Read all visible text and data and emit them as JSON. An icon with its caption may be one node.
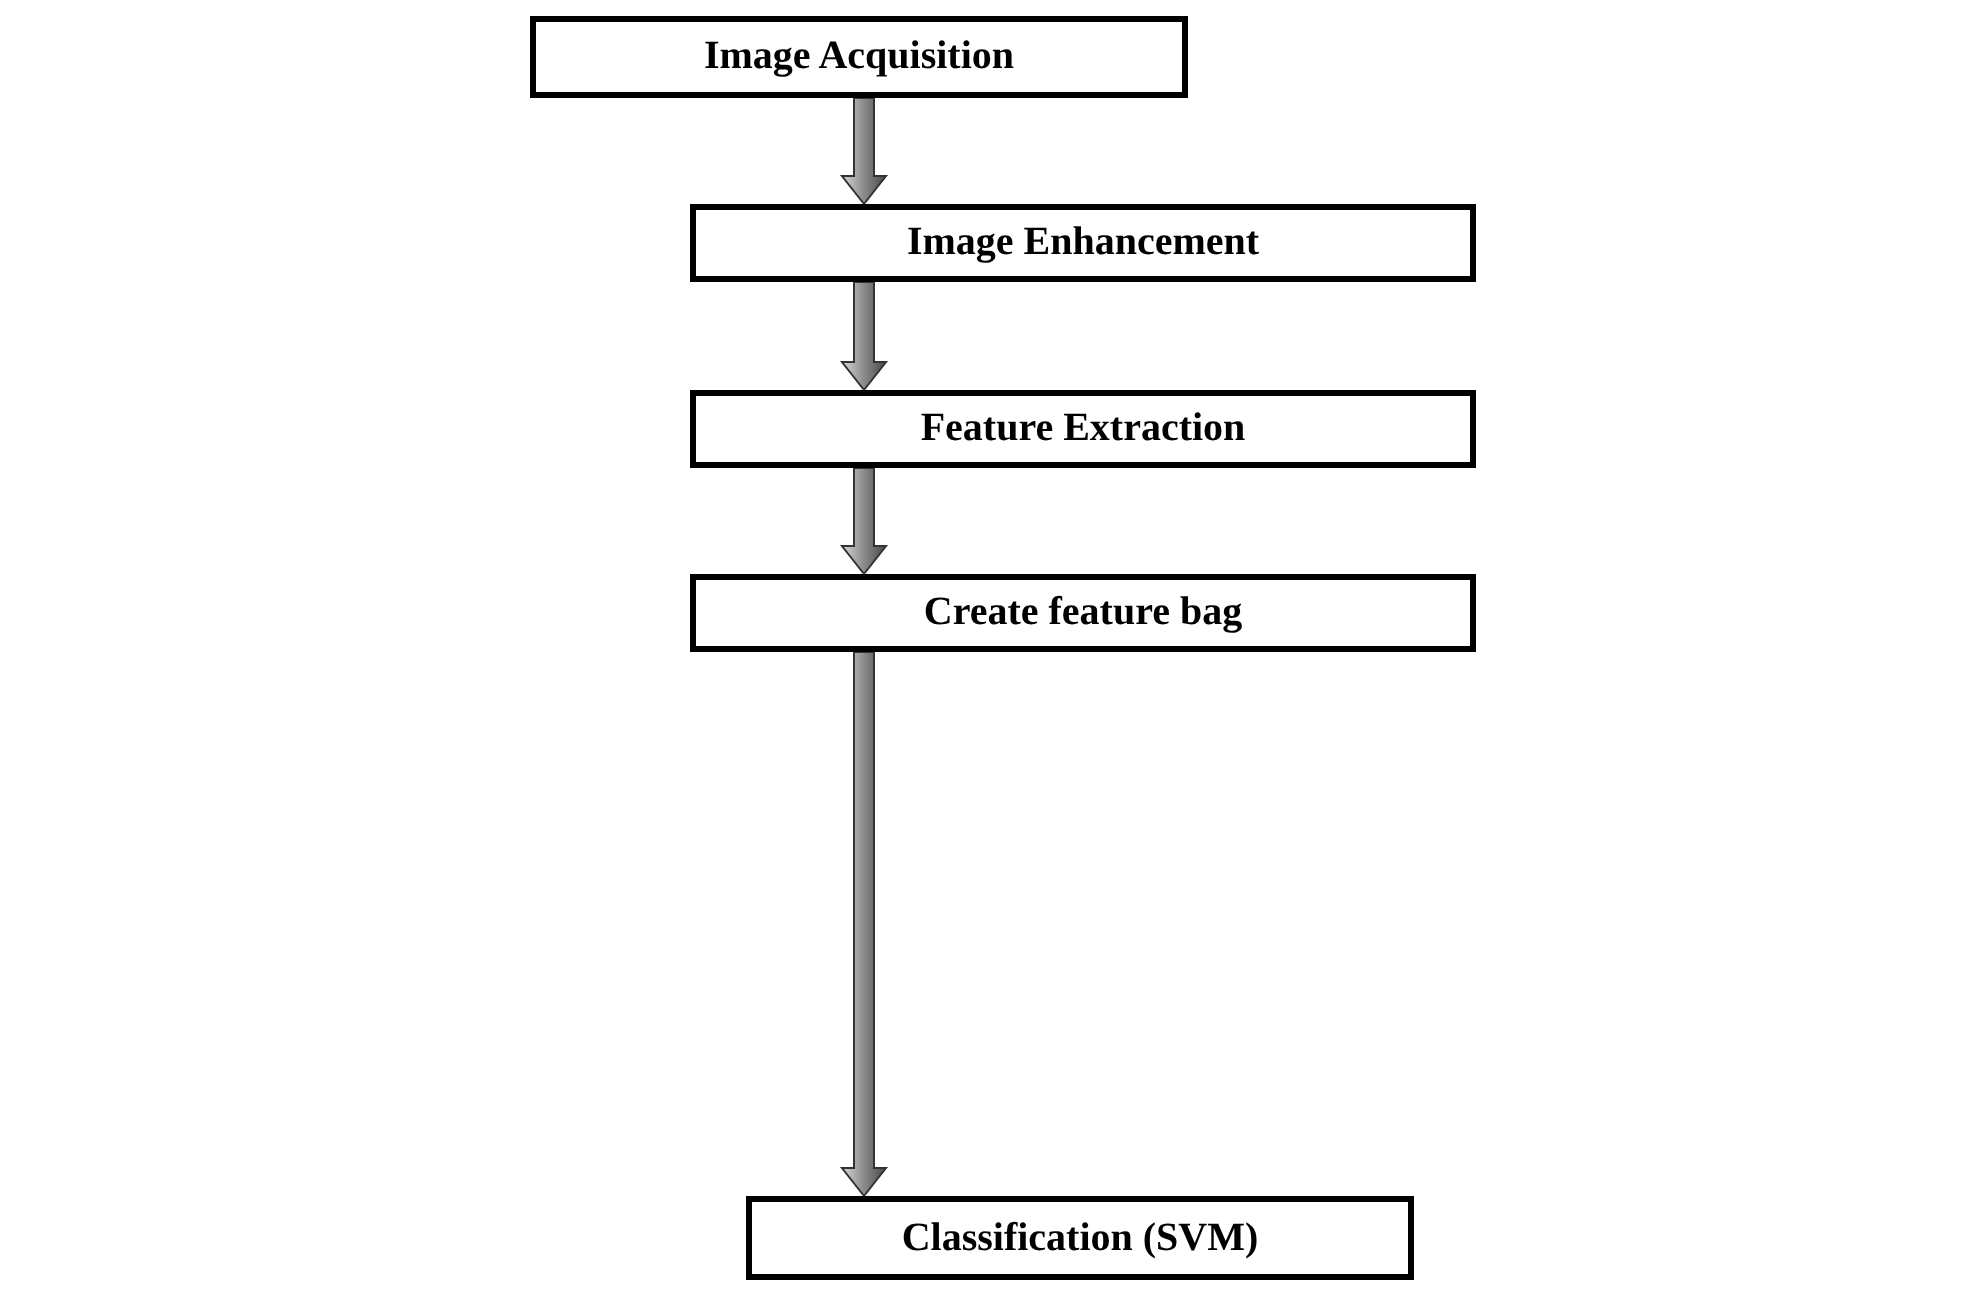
{
  "diagram": {
    "nodes": [
      {
        "text": [
          "Image Acquisition"
        ]
      },
      {
        "text": [
          "Image Enhancement"
        ]
      },
      {
        "text": [
          "Feature Extraction"
        ]
      },
      {
        "text": [
          "Create feature bag"
        ]
      },
      {
        "text": [
          "Classification (SVM)"
        ]
      }
    ],
    "edges": [
      {
        "from": 0,
        "to": 1,
        "arrow": "to"
      },
      {
        "from": 1,
        "to": 2,
        "arrow": "to"
      },
      {
        "from": 2,
        "to": 3,
        "arrow": "to"
      },
      {
        "from": 3,
        "to": 4,
        "arrow": "to"
      }
    ]
  }
}
